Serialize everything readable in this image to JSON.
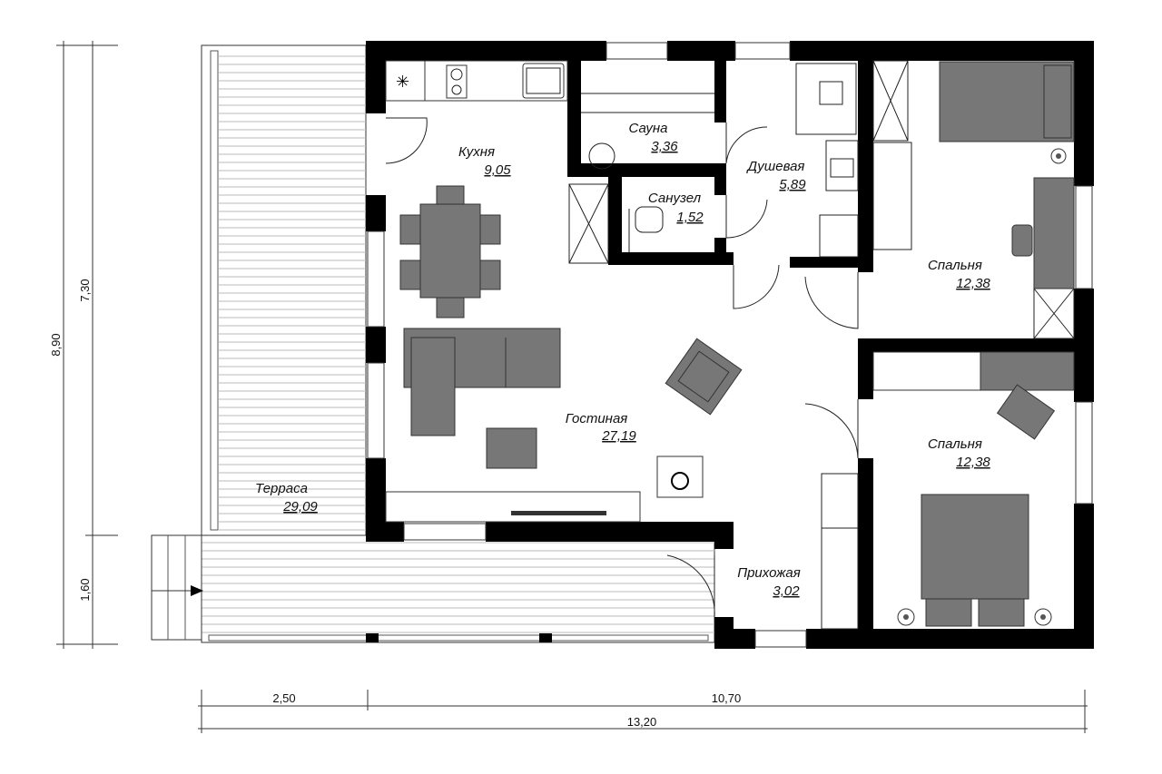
{
  "rooms": [
    {
      "name": "Кухня",
      "area": "9,05"
    },
    {
      "name": "Сауна",
      "area": "3,36"
    },
    {
      "name": "Санузел",
      "area": "1,52"
    },
    {
      "name": "Душевая",
      "area": "5,89"
    },
    {
      "name": "Спальня",
      "area": "12,38"
    },
    {
      "name": "Гостиная",
      "area": "27,19"
    },
    {
      "name": "Спальня",
      "area": "12,38"
    },
    {
      "name": "Терраса",
      "area": "29,09"
    },
    {
      "name": "Прихожая",
      "area": "3,02"
    }
  ],
  "dimensions": {
    "height_total": "8,90",
    "height_house": "7,30",
    "height_terrace": "1,60",
    "width_terrace": "2,50",
    "width_house": "10,70",
    "width_total": "13,20"
  },
  "colors": {
    "wall": "#000000",
    "furniture": "#777777"
  }
}
